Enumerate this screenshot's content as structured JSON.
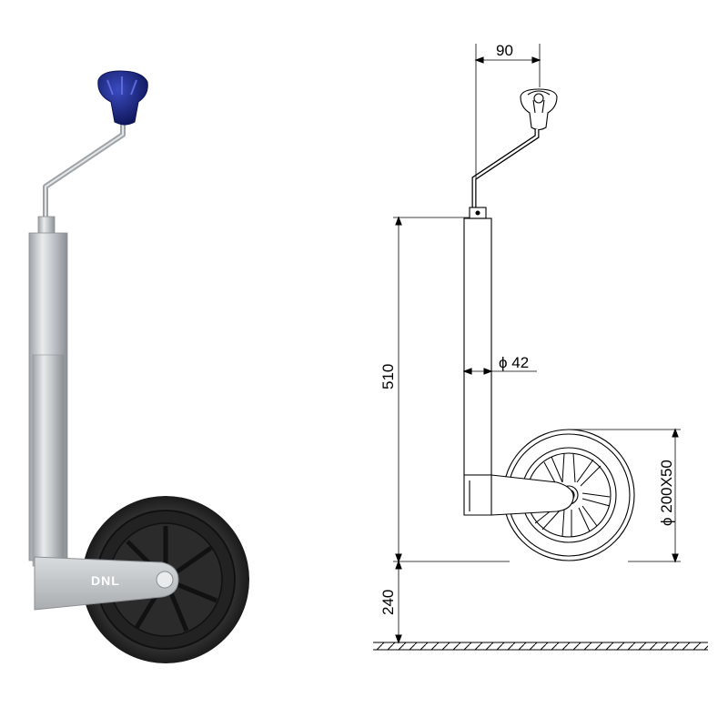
{
  "product": {
    "logo_text": "DNL",
    "colors": {
      "knob": "#1f2a8a",
      "knob_dark": "#0d1455",
      "tube_light": "#e4e6e8",
      "tube_mid": "#b3b7ba",
      "tube_dark": "#8a8f93",
      "tire": "#2a2a2a",
      "rim": "#1a1a1a"
    }
  },
  "drawing": {
    "dimensions": {
      "handle_offset": "90",
      "tube_diameter": "ϕ 42",
      "height": "510",
      "wheel_size": "ϕ 200X50",
      "bottom_clearance": "240"
    }
  }
}
